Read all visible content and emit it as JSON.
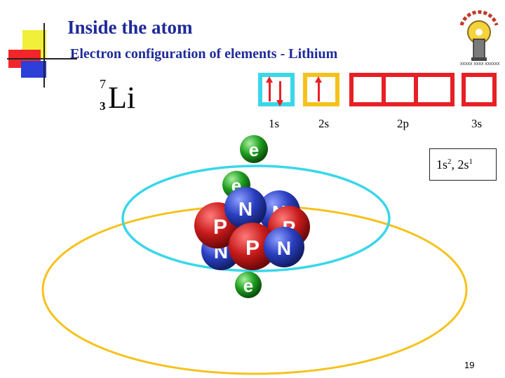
{
  "slide": {
    "title": "Inside the atom",
    "subtitle": "Electron configuration of elements - Lithium",
    "page_number": "19"
  },
  "element": {
    "mass_number": "7",
    "atomic_number": "3",
    "symbol": "Li"
  },
  "orbitals": {
    "labels": [
      "1s",
      "2s",
      "2p",
      "3s"
    ],
    "colors": {
      "1s": "#39d7e9",
      "2s": "#f5c21b",
      "2p": "#e72025",
      "3s": "#e72025"
    },
    "electrons_1s": "up-down",
    "electrons_2s": "up"
  },
  "configuration": {
    "part1": "1s",
    "sup1": "2",
    "sep": ", ",
    "part2": "2s",
    "sup2": "1"
  },
  "atom_model": {
    "electron_label": "e",
    "proton_label": "P",
    "neutron_label": "N",
    "inner_orbit_color": "#39d7e9",
    "outer_orbit_color": "#f5c21b",
    "electron_color": "#1f9e1f",
    "proton_color": "#c81b1b",
    "neutron_color": "#2a3fc1"
  },
  "logo": {
    "caption": "xxxxx xxxx xxxxxx"
  }
}
